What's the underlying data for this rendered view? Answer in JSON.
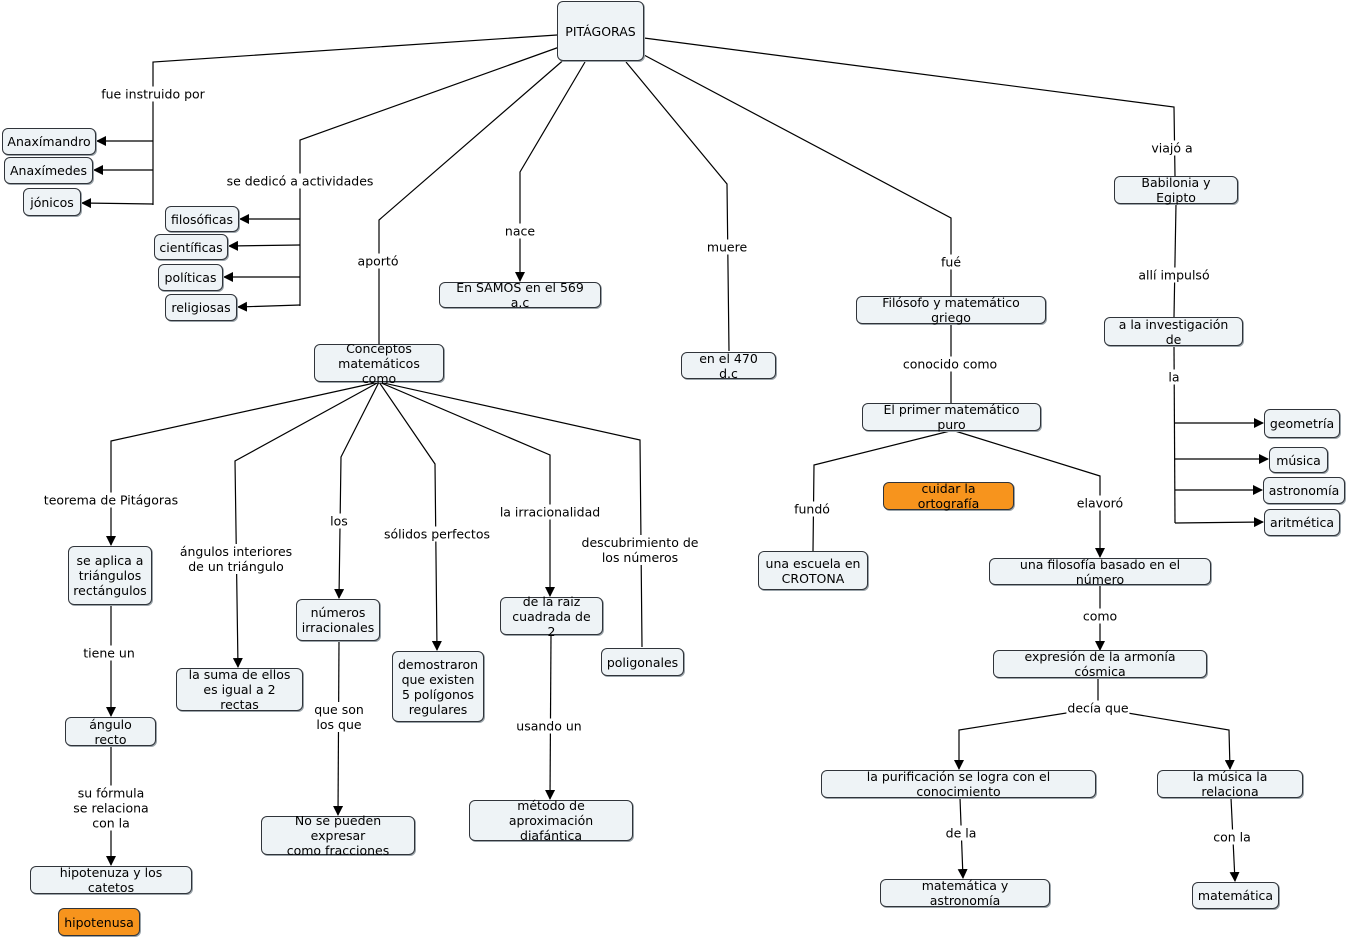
{
  "nodes": {
    "pitagoras": "PITÁGORAS",
    "anaximandro": "Anaxímandro",
    "anaximedes": "Anaxímedes",
    "jonicos": "jónicos",
    "filosoficas": "filosóficas",
    "cientificas": "científicas",
    "politicas": "políticas",
    "religiosas": "religiosas",
    "conceptos": "Conceptos\nmatemáticos como",
    "samos": "En SAMOS en el 569 a.c",
    "muere470": "en el 470 d.c",
    "filosofo": "Filósofo y matemático griego",
    "primer": "El primer matemático puro",
    "babilonia": "Babilonia y Egipto",
    "investigacion": "a la investigación de",
    "geometria": "geometría",
    "musica": "música",
    "astronomia": "astronomía",
    "aritmetica": "aritmética",
    "escuela": "una escuela en\nCROTONA",
    "ortografia": "cuidar la ortografía",
    "filosofia_num": "una filosofía basado en el número",
    "armonia": "expresión de la armonía cósmica",
    "purificacion": "la purificación se logra con el conocimiento",
    "musica_rel": "la música la relaciona",
    "mat_astro": "matemática y astronomía",
    "matematica": "matemática",
    "triangulos": "se aplica a\ntriángulos\nrectángulos",
    "angulo_recto": "ángulo recto",
    "hipotenuza": "hipotenuza y los catetos",
    "hipotenusa": "hipotenusa",
    "suma": "la suma de ellos\nes igual a 2 rectas",
    "irracionales": "números\nirracionales",
    "no_expresar": "No se pueden expresar\ncomo fracciones",
    "demostraron": "demostraron\nque existen\n5 polígonos\nregulares",
    "raiz": "de la raiz\ncuadrada de 2",
    "metodo": "método de aproximación\ndiafántica",
    "poligonales": "poligonales"
  },
  "labels": {
    "fue_instruido": "fue instruido por",
    "se_dedico": "se dedicó a actividades",
    "aporto": "aportó",
    "nace": "nace",
    "muere": "muere",
    "fue": "fué",
    "viajo": "viajó a",
    "alli_impulso": "allí impulsó",
    "la": "la",
    "conocido_como": "conocido como",
    "fundo": "fundó",
    "elavoro": "elavoró",
    "como": "como",
    "decia_que": "decía que",
    "de_la": "de la",
    "con_la": "con la",
    "teorema": "teorema de Pitágoras",
    "angulos_int": "ángulos interiores\nde un triángulo",
    "los": "los",
    "solidos": "sólidos perfectos",
    "irracionalidad": "la irracionalidad",
    "descubrimiento": "descubrimiento de\nlos números",
    "tiene_un": "tiene un",
    "su_formula": "su fórmula\nse relaciona\ncon la",
    "que_son": "que son\nlos que",
    "usando_un": "usando un"
  },
  "colors": {
    "node_fill": "#eef3f6",
    "node_border": "#30343a",
    "highlight_fill": "#f7941d",
    "line": "#000000"
  }
}
